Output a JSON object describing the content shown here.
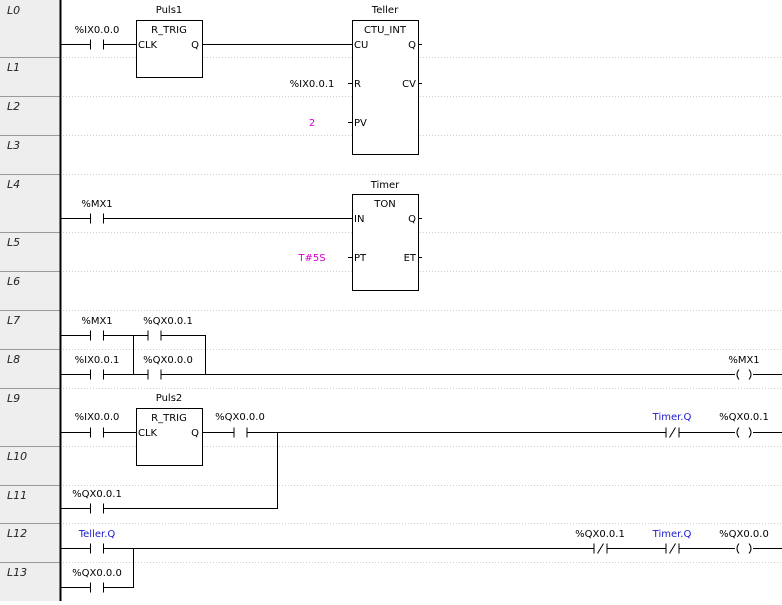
{
  "rows": [
    "L0",
    "L1",
    "L2",
    "L3",
    "L4",
    "L5",
    "L6",
    "L7",
    "L8",
    "L9",
    "L10",
    "L11",
    "L12",
    "L13"
  ],
  "colors": {
    "wire": "#000000",
    "grid": "#cfcfcf",
    "rung_label_bg": "#eeeeee",
    "constant": "#d400d4",
    "variable_ref": "#1b1bc8"
  },
  "blocks": {
    "puls1": {
      "instance": "Puls1",
      "type": "R_TRIG",
      "pin_in": "CLK",
      "pin_out": "Q"
    },
    "teller": {
      "instance": "Teller",
      "type": "CTU_INT",
      "pin_cu": "CU",
      "pin_q": "Q",
      "pin_r": "R",
      "pin_cv": "CV",
      "pin_pv": "PV"
    },
    "timer": {
      "instance": "Timer",
      "type": "TON",
      "pin_in": "IN",
      "pin_q": "Q",
      "pin_pt": "PT",
      "pin_et": "ET"
    },
    "puls2": {
      "instance": "Puls2",
      "type": "R_TRIG",
      "pin_in": "CLK",
      "pin_out": "Q"
    }
  },
  "contacts": {
    "c_ix000_a": "%IX0.0.0",
    "c_ix001_r": "%IX0.0.1",
    "const_pv": "2",
    "c_mx1_a": "%MX1",
    "const_pt": "T#5S",
    "c_mx1_b": "%MX1",
    "c_qx001_a": "%QX0.0.1",
    "c_ix001_b": "%IX0.0.1",
    "c_qx000_a": "%QX0.0.0",
    "coil_mx1": "%MX1",
    "c_ix000_b": "%IX0.0.0",
    "c_qx000_b": "%QX0.0.0",
    "c_timerq_a": "Timer.Q",
    "coil_qx001": "%QX0.0.1",
    "c_qx001_b": "%QX0.0.1",
    "c_tellerq": "Teller.Q",
    "c_qx001_c": "%QX0.0.1",
    "c_timerq_b": "Timer.Q",
    "coil_qx000": "%QX0.0.0",
    "c_qx000_c": "%QX0.0.0"
  }
}
